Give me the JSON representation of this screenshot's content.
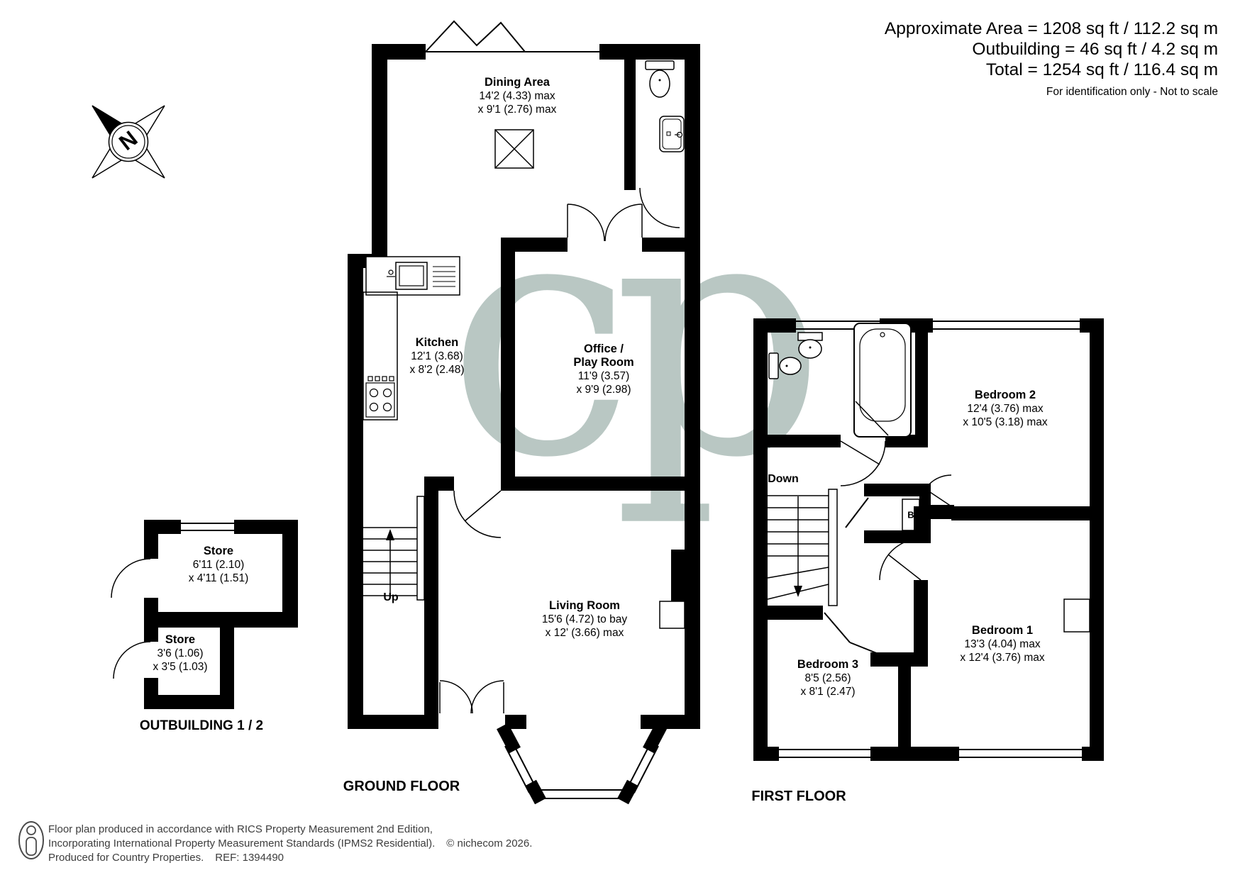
{
  "header": {
    "line1": "Approximate Area = 1208 sq ft / 112.2 sq m",
    "line2": "Outbuilding = 46 sq ft / 4.2 sq m",
    "line3": "Total = 1254 sq ft / 116.4 sq m",
    "disclaimer": "For identification only - Not to scale"
  },
  "compass": {
    "north_label": "N"
  },
  "watermark": {
    "text": "cp",
    "color": "#b9c7c3"
  },
  "colors": {
    "walls": "#000000",
    "watermark": "#b9c7c3",
    "footer_text": "#3d3d3d"
  },
  "floors": {
    "ground": {
      "label": "GROUND FLOOR"
    },
    "first": {
      "label": "FIRST FLOOR"
    },
    "outbuilding": {
      "label": "OUTBUILDING 1 / 2"
    }
  },
  "rooms": {
    "dining": {
      "name": "Dining Area",
      "dim1": "14'2 (4.33) max",
      "dim2": "x 9'1 (2.76) max"
    },
    "kitchen": {
      "name": "Kitchen",
      "dim1": "12'1 (3.68)",
      "dim2": "x 8'2 (2.48)"
    },
    "office": {
      "name": "Office /",
      "name2": "Play Room",
      "dim1": "11'9 (3.57)",
      "dim2": "x 9'9 (2.98)"
    },
    "living": {
      "name": "Living Room",
      "dim1": "15'6 (4.72) to bay",
      "dim2": "x 12' (3.66) max"
    },
    "store1": {
      "name": "Store",
      "dim1": "6'11 (2.10)",
      "dim2": "x 4'11 (1.51)"
    },
    "store2": {
      "name": "Store",
      "dim1": "3'6 (1.06)",
      "dim2": "x 3'5 (1.03)"
    },
    "bedroom1": {
      "name": "Bedroom 1",
      "dim1": "13'3 (4.04) max",
      "dim2": "x 12'4 (3.76) max"
    },
    "bedroom2": {
      "name": "Bedroom 2",
      "dim1": "12'4 (3.76) max",
      "dim2": "x 10'5 (3.18) max"
    },
    "bedroom3": {
      "name": "Bedroom 3",
      "dim1": "8'5 (2.56)",
      "dim2": "x 8'1 (2.47)"
    }
  },
  "annotations": {
    "up": "Up",
    "down": "Down",
    "boiler": "B"
  },
  "footer": {
    "line1": "Floor plan produced in accordance with RICS Property Measurement 2nd Edition,",
    "line2a": "Incorporating International Property Measurement Standards (IPMS2 Residential).",
    "line2b": "© nichecom 2026.",
    "line3a": "Produced for Country Properties.",
    "line3b": "REF: 1394490"
  }
}
